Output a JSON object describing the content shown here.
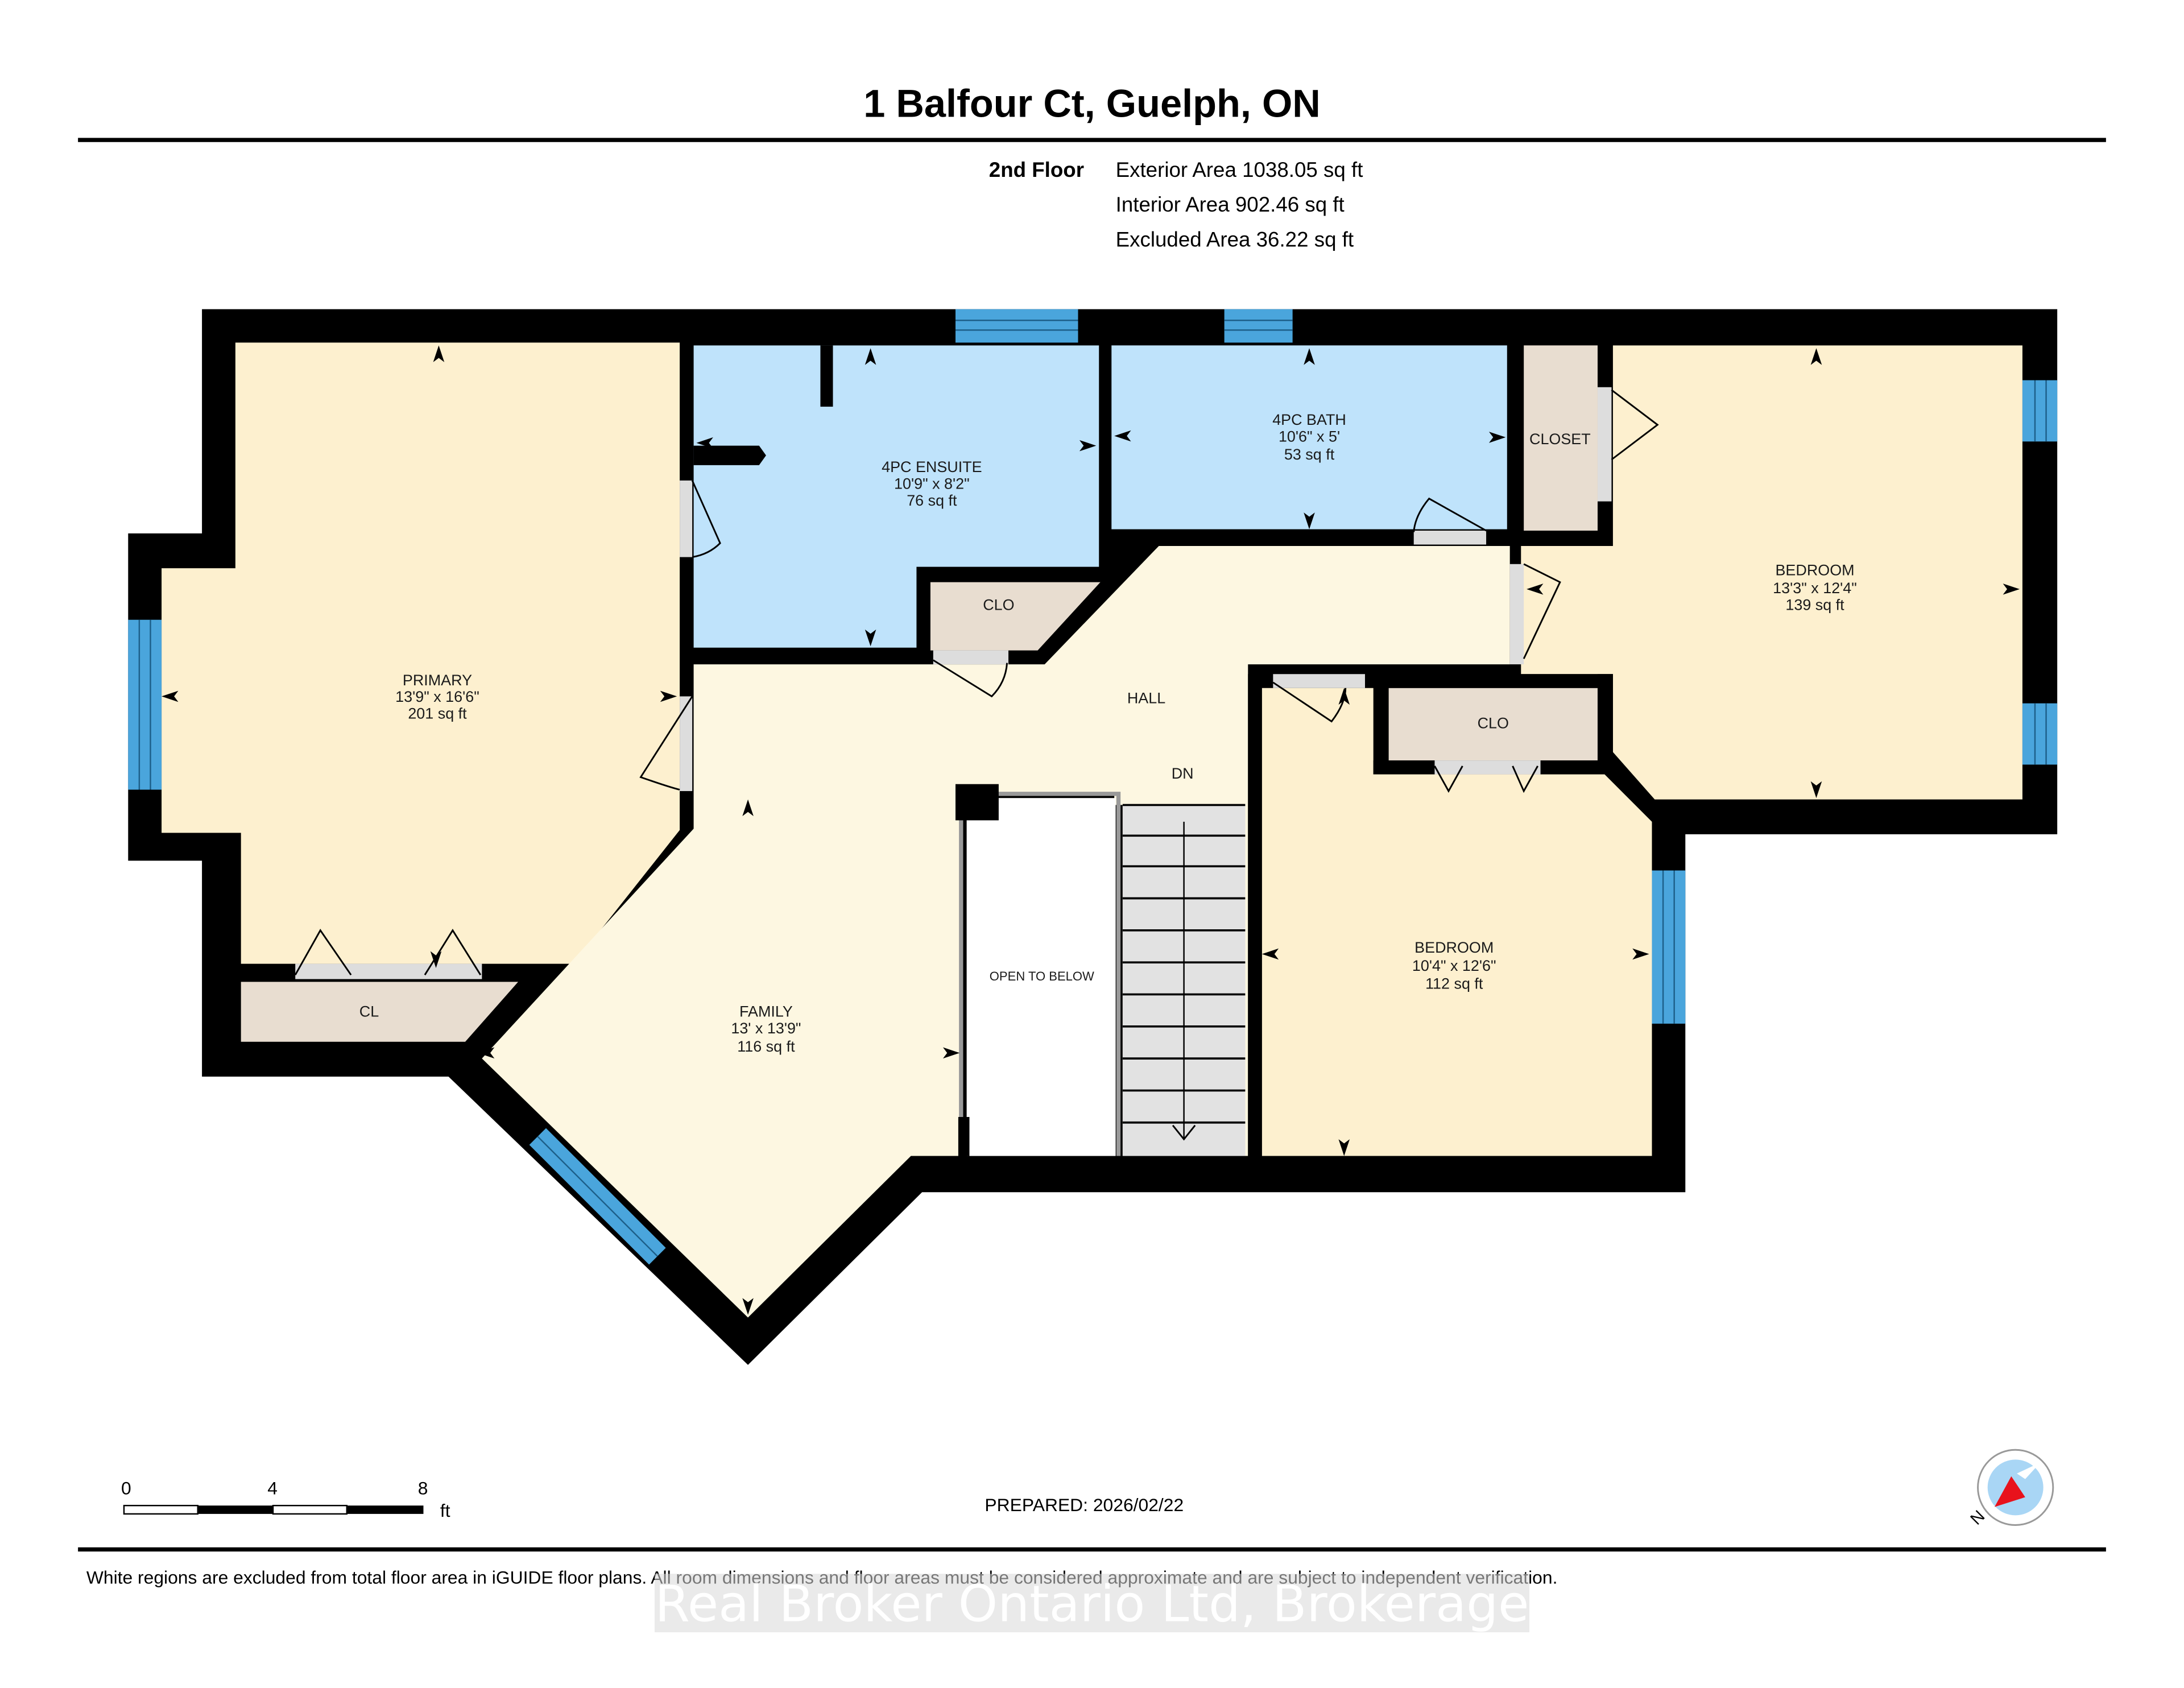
{
  "header": {
    "title": "1 Balfour Ct, Guelph, ON",
    "floor_label": "2nd Floor",
    "exterior_area": "Exterior Area 1038.05 sq ft",
    "interior_area": "Interior Area 902.46 sq ft",
    "excluded_area": "Excluded Area 36.22 sq ft"
  },
  "rooms": {
    "primary": {
      "name": "PRIMARY",
      "dims": "13'9\" x 16'6\"",
      "area": "201 sq ft"
    },
    "ensuite": {
      "name": "4PC ENSUITE",
      "dims": "10'9\" x 8'2\"",
      "area": "76 sq ft"
    },
    "bath": {
      "name": "4PC BATH",
      "dims": "10'6\" x 5'",
      "area": "53 sq ft"
    },
    "bedroom_ne": {
      "name": "BEDROOM",
      "dims": "13'3\" x 12'4\"",
      "area": "139 sq ft"
    },
    "bedroom_se": {
      "name": "BEDROOM",
      "dims": "10'4\" x 12'6\"",
      "area": "112 sq ft"
    },
    "family": {
      "name": "FAMILY",
      "dims": "13' x 13'9\"",
      "area": "116 sq ft"
    },
    "hall": {
      "name": "HALL"
    },
    "stairs": {
      "name": "DN"
    },
    "open_to_below": {
      "name": "OPEN TO BELOW"
    },
    "closet_primary": {
      "name": "CL"
    },
    "closet_ensuite": {
      "name": "CLO"
    },
    "closet_bath": {
      "name": "CLOSET"
    },
    "closet_bedroom": {
      "name": "CLO"
    }
  },
  "colors": {
    "bedroom_fill": "#fdf0cf",
    "hall_fill": "#fdf7e1",
    "bath_fill": "#bfe3fb",
    "closet_fill": "#e8ddd0",
    "window": "#4aa5dc",
    "wall": "#000000",
    "stair_fill": "#e2e2e2",
    "compass_red": "#e8121c",
    "compass_blue": "#a9d6f5"
  },
  "scale_bar": {
    "ticks": [
      "0",
      "4",
      "8"
    ],
    "unit": "ft"
  },
  "footer": {
    "prepared": "PREPARED: 2026/02/22",
    "disclaimer": "White regions are excluded from total floor area in iGUIDE floor plans. All room dimensions and floor areas must be considered approximate and are subject to independent verification.",
    "watermark": "Real Broker Ontario Ltd, Brokerage",
    "compass_label": "N"
  }
}
